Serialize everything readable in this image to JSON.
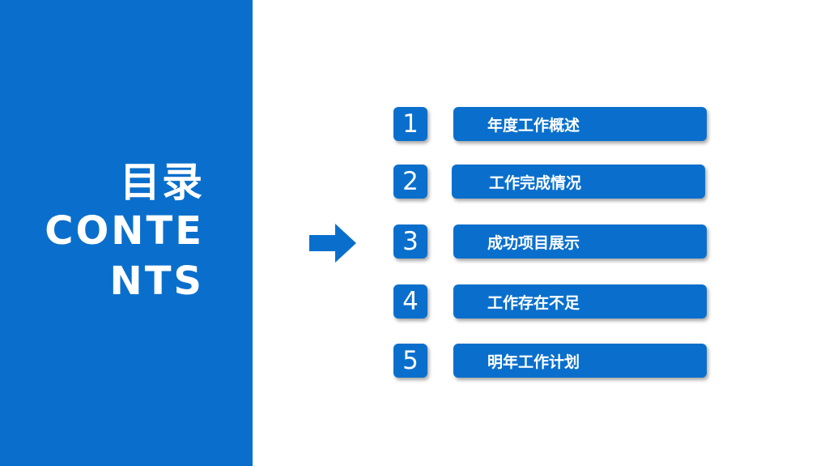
{
  "sidebar": {
    "title_cn": "目录",
    "title_en_line1": "CONTE",
    "title_en_line2": "NTS",
    "color": "#0a6fcc"
  },
  "arrow_icon": "right-arrow-icon",
  "menu": {
    "items": [
      {
        "number": "1",
        "label": "年度工作概述"
      },
      {
        "number": "2",
        "label": "工作完成情况"
      },
      {
        "number": "3",
        "label": "成功项目展示"
      },
      {
        "number": "4",
        "label": "工作存在不足"
      },
      {
        "number": "5",
        "label": "明年工作计划"
      }
    ]
  }
}
